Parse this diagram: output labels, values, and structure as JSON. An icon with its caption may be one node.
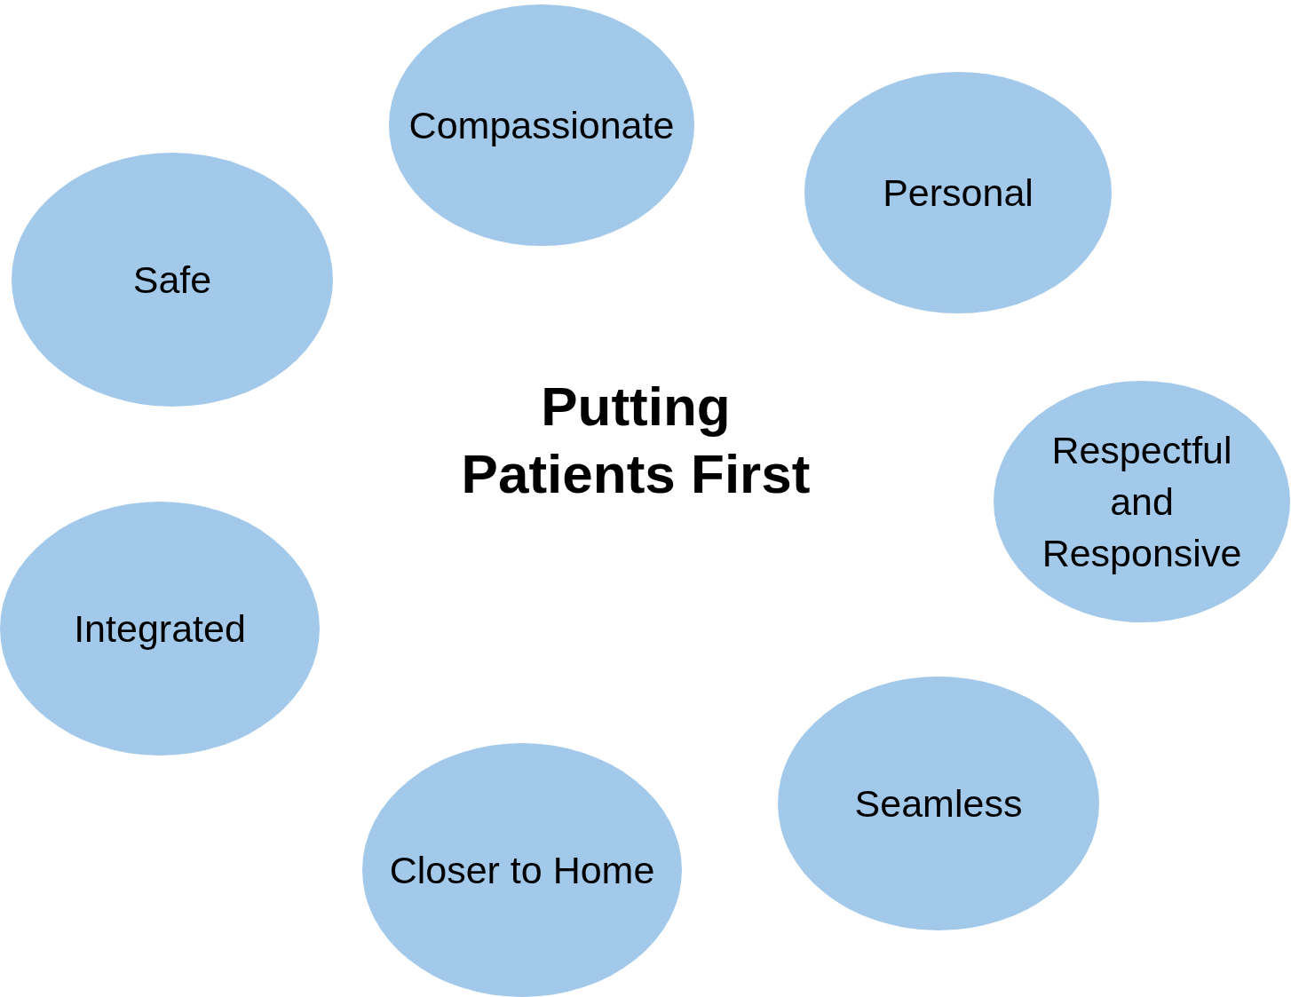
{
  "diagram": {
    "title": "Putting Patients First",
    "nodes": [
      {
        "text": [
          "Compassionate"
        ]
      },
      {
        "text": [
          "Personal"
        ]
      },
      {
        "text": [
          "Safe"
        ]
      },
      {
        "text": [
          "Respectful and Responsive"
        ]
      },
      {
        "text": [
          "Integrated"
        ]
      },
      {
        "text": [
          "Seamless"
        ]
      },
      {
        "text": [
          "Closer to Home"
        ]
      }
    ]
  }
}
